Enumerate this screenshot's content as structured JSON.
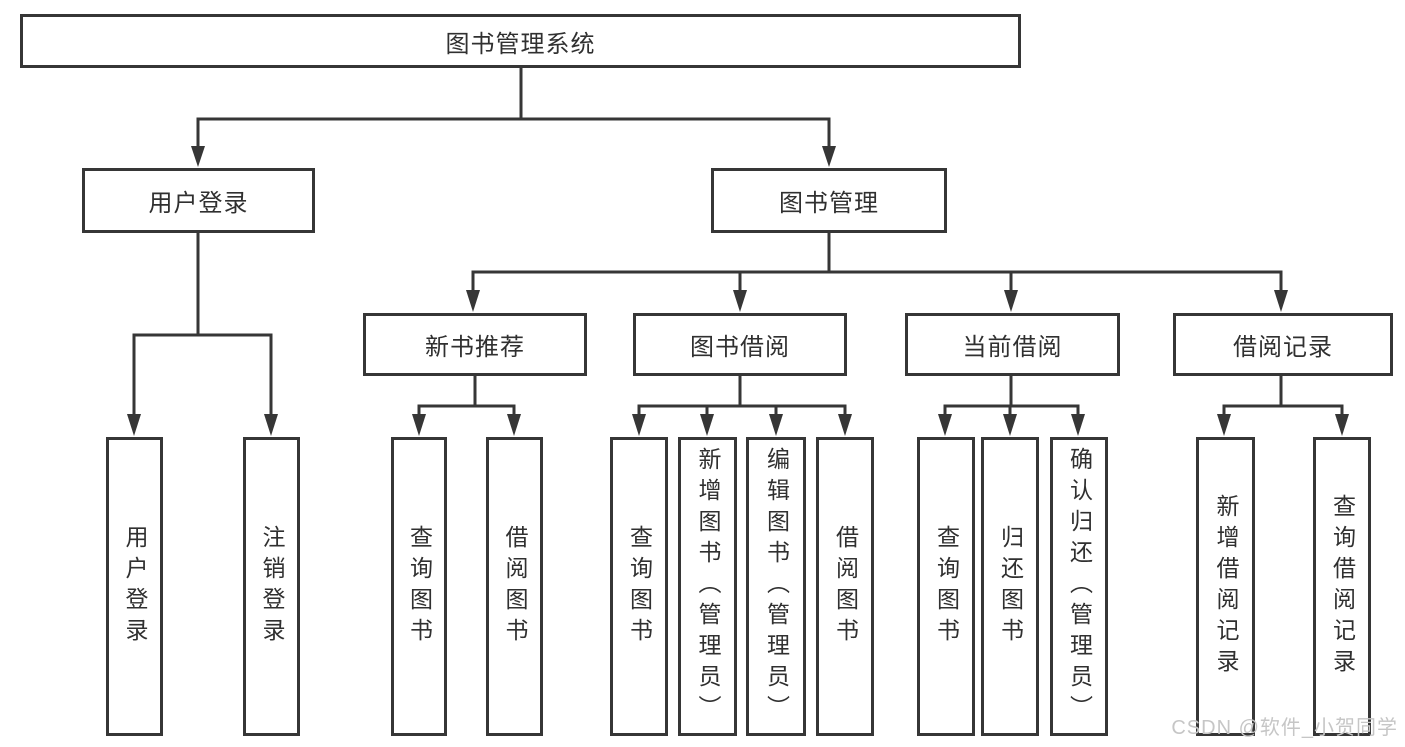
{
  "tree": {
    "root": {
      "label": "图书管理系统"
    },
    "level2": [
      {
        "label": "用户登录"
      },
      {
        "label": "图书管理"
      }
    ],
    "level3": [
      {
        "label": "新书推荐",
        "parent": "图书管理"
      },
      {
        "label": "图书借阅",
        "parent": "图书管理"
      },
      {
        "label": "当前借阅",
        "parent": "图书管理"
      },
      {
        "label": "借阅记录",
        "parent": "图书管理"
      }
    ],
    "leaves": [
      {
        "label": "用户登录",
        "parent": "用户登录"
      },
      {
        "label": "注销登录",
        "parent": "用户登录"
      },
      {
        "label": "查询图书",
        "parent": "新书推荐"
      },
      {
        "label": "借阅图书",
        "parent": "新书推荐"
      },
      {
        "label": "查询图书",
        "parent": "图书借阅"
      },
      {
        "label": "新增图书（管理员）",
        "parent": "图书借阅"
      },
      {
        "label": "编辑图书（管理员）",
        "parent": "图书借阅"
      },
      {
        "label": "借阅图书",
        "parent": "图书借阅"
      },
      {
        "label": "查询图书",
        "parent": "当前借阅"
      },
      {
        "label": "归还图书",
        "parent": "当前借阅"
      },
      {
        "label": "确认归还（管理员）",
        "parent": "当前借阅"
      },
      {
        "label": "新增借阅记录",
        "parent": "借阅记录"
      },
      {
        "label": "查询借阅记录",
        "parent": "借阅记录"
      }
    ]
  },
  "watermark": {
    "text": "CSDN @软件_小贺同学"
  },
  "colors": {
    "line": "#363636",
    "text": "#303030",
    "box-bg": "#ffffff",
    "bg": "#ffffff",
    "watermark": "#c6c6c6"
  }
}
